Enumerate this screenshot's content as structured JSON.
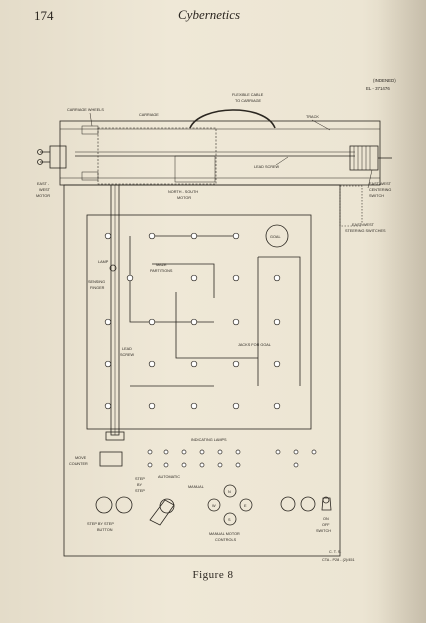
{
  "header": {
    "page_number": "174",
    "running_head": "Cybernetics"
  },
  "figure": {
    "caption": "Figure 8",
    "stamp_line1": "(INDENED)",
    "stamp_line2": "EL - 371476",
    "labels": {
      "carriage_wheels": "CARRIAGE WHEELS",
      "carriage": "CARRIAGE",
      "flexible_cable_1": "FLEXIBLE CABLE",
      "flexible_cable_2": "TO CARRIAGE",
      "track": "TRACK",
      "lead_screw_top": "LEAD SCREW",
      "east_west_motor_1": "EAST -",
      "east_west_motor_2": "WEST",
      "east_west_motor_3": "MOTOR",
      "north_south_motor_1": "NORTH - SOUTH",
      "north_south_motor_2": "MOTOR",
      "ew_centering_1": "EAST-WEST",
      "ew_centering_2": "CENTERING",
      "ew_centering_3": "SWITCH",
      "ew_steering_1": "EAST-WEST",
      "ew_steering_2": "STEERING SWITCHES",
      "goal": "GOAL",
      "lamp": "LAMP",
      "sensing_finger_1": "SENSING",
      "sensing_finger_2": "FINGER",
      "maze_partitions_1": "MAZE",
      "maze_partitions_2": "PARTITIONS",
      "lead_screw_side_1": "LEAD",
      "lead_screw_side_2": "SCREW",
      "jacks_for_goal": "JACKS  FOR  GOAL",
      "indicating_lamps": "INDICATING  LAMPS",
      "move_counter_1": "MOVE",
      "move_counter_2": "COUNTER",
      "step_by_step_1": "STEP",
      "step_by_step_2": "BY",
      "step_by_step_3": "STEP",
      "automatic": "AUTOMATIC",
      "manual": "MANUAL",
      "step_button_1": "STEP  BY  STEP",
      "step_button_2": "BUTTON",
      "manual_motor_1": "MANUAL  MOTOR",
      "manual_motor_2": "CONTROLS",
      "on_off_1": "ON",
      "on_off_2": "OFF",
      "on_off_3": "SWITCH",
      "dir_n": "N",
      "dir_e": "E",
      "dir_w": "W",
      "dir_s": "S",
      "initials": "C. T. S.",
      "drawing_no": "CTA - P28 - (2)/451"
    }
  }
}
